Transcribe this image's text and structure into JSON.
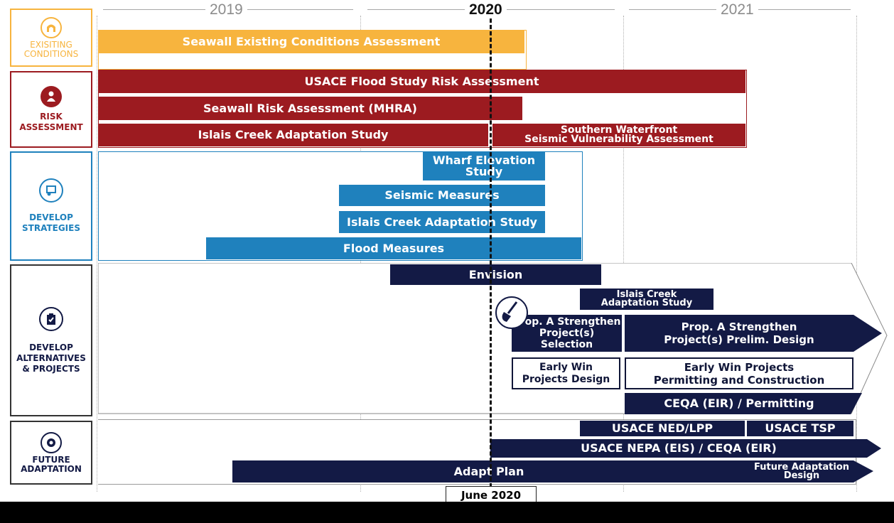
{
  "timeline": {
    "years": [
      {
        "label": "2019",
        "current": false
      },
      {
        "label": "2020",
        "current": true
      },
      {
        "label": "2021",
        "current": false
      }
    ],
    "marker_label": "June 2020"
  },
  "categories": [
    {
      "key": "existing",
      "label": "EXISITING\nCONDITIONS",
      "color": "#f7b43e",
      "icon": "arch-icon"
    },
    {
      "key": "risk",
      "label": "RISK\nASSESSMENT",
      "color": "#9c1b20",
      "icon": "person-risk-icon"
    },
    {
      "key": "strategies",
      "label": "DEVELOP\nSTRATEGIES",
      "color": "#1f81bd",
      "icon": "strategy-icon"
    },
    {
      "key": "alternatives",
      "label": "DEVELOP\nALTERNATIVES\n& PROJECTS",
      "color": "#131a45",
      "icon": "clipboard-icon"
    },
    {
      "key": "future",
      "label": "FUTURE\nADAPTATION",
      "color": "#131a45",
      "icon": "gear-globe-icon"
    }
  ],
  "bars": {
    "seawall_existing": "Seawall Existing Conditions Assessment",
    "usace_flood": "USACE Flood Study Risk Assessment",
    "seawall_risk": "Seawall Risk Assessment (MHRA)",
    "islais_risk": "Islais Creek Adaptation Study",
    "southern_waterfront": "Southern Waterfront\nSeismic Vulnerability Assessment",
    "wharf_elevation": "Wharf Elevation\nStudy",
    "seismic_measures": "Seismic  Measures",
    "islais_strategies": "Islais Creek  Adaptation Study",
    "flood_measures": "Flood Measures",
    "envision": "Envision",
    "islais_alternatives": "Islais Creek\nAdaptation Study",
    "prop_a_selection": "Prop. A Strengthen\nProject(s) Selection",
    "prop_a_prelim": "Prop. A Strengthen\nProject(s)  Prelim. Design",
    "early_win_design": "Early Win\nProjects Design",
    "early_win_permitting": "Early Win Projects\nPermitting and Construction",
    "ceqa_permitting": "CEQA (EIR) / Permitting",
    "usace_ned": "USACE NED/LPP",
    "usace_tsp": "USACE TSP",
    "usace_nepa": "USACE NEPA (EIS) / CEQA (EIR)",
    "adapt_plan": "Adapt Plan",
    "future_design": "Future Adaptation\nDesign"
  }
}
